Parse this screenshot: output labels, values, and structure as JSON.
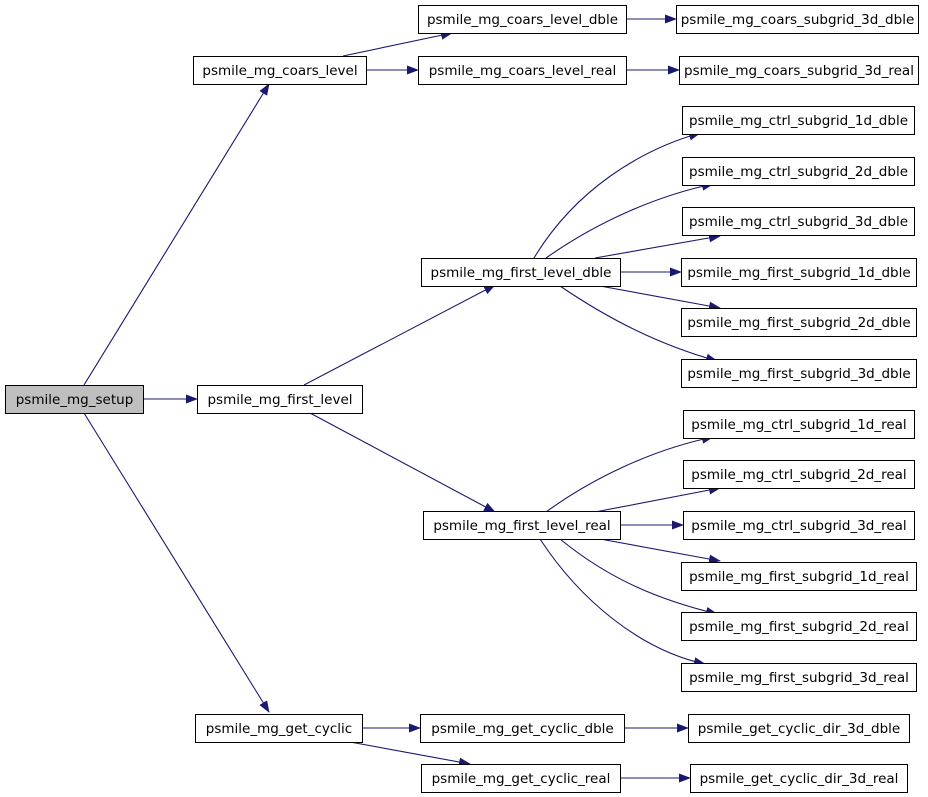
{
  "graph": {
    "edge_color": "#191970",
    "root": {
      "label": "psmile_mg_setup",
      "fill": "#bfbfbf"
    },
    "nodes": {
      "coars_level": "psmile_mg_coars_level",
      "coars_level_dble": "psmile_mg_coars_level_dble",
      "coars_level_real": "psmile_mg_coars_level_real",
      "coars_subgrid_3d_dble": "psmile_mg_coars_subgrid_3d_dble",
      "coars_subgrid_3d_real": "psmile_mg_coars_subgrid_3d_real",
      "first_level": "psmile_mg_first_level",
      "first_level_dble": "psmile_mg_first_level_dble",
      "ctrl_subgrid_1d_dble": "psmile_mg_ctrl_subgrid_1d_dble",
      "ctrl_subgrid_2d_dble": "psmile_mg_ctrl_subgrid_2d_dble",
      "ctrl_subgrid_3d_dble": "psmile_mg_ctrl_subgrid_3d_dble",
      "first_subgrid_1d_dble": "psmile_mg_first_subgrid_1d_dble",
      "first_subgrid_2d_dble": "psmile_mg_first_subgrid_2d_dble",
      "first_subgrid_3d_dble": "psmile_mg_first_subgrid_3d_dble",
      "first_level_real": "psmile_mg_first_level_real",
      "ctrl_subgrid_1d_real": "psmile_mg_ctrl_subgrid_1d_real",
      "ctrl_subgrid_2d_real": "psmile_mg_ctrl_subgrid_2d_real",
      "ctrl_subgrid_3d_real": "psmile_mg_ctrl_subgrid_3d_real",
      "first_subgrid_1d_real": "psmile_mg_first_subgrid_1d_real",
      "first_subgrid_2d_real": "psmile_mg_first_subgrid_2d_real",
      "first_subgrid_3d_real": "psmile_mg_first_subgrid_3d_real",
      "get_cyclic": "psmile_mg_get_cyclic",
      "get_cyclic_dble": "psmile_mg_get_cyclic_dble",
      "get_cyclic_real": "psmile_mg_get_cyclic_real",
      "cyclic_dir_3d_dble": "psmile_get_cyclic_dir_3d_dble",
      "cyclic_dir_3d_real": "psmile_get_cyclic_dir_3d_real"
    }
  }
}
